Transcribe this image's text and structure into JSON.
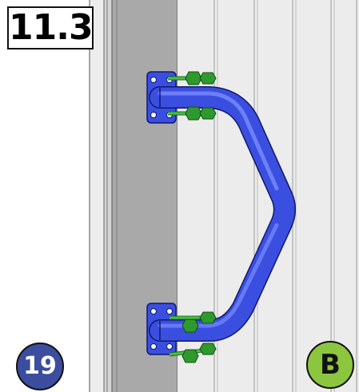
{
  "step": {
    "number": "11.3"
  },
  "page_badge": {
    "text": "19",
    "color": "#3b4d9e"
  },
  "variant_badge": {
    "text": "B",
    "color": "#8cc63f"
  },
  "parts": {
    "handle_color": "#3a4fe0",
    "screw_color": "#2e9a2e",
    "mount_plates": 2,
    "screws_per_plate": 2
  },
  "icons": [
    "grab-handle-icon",
    "mounting-plate-icon",
    "screw-icon"
  ]
}
